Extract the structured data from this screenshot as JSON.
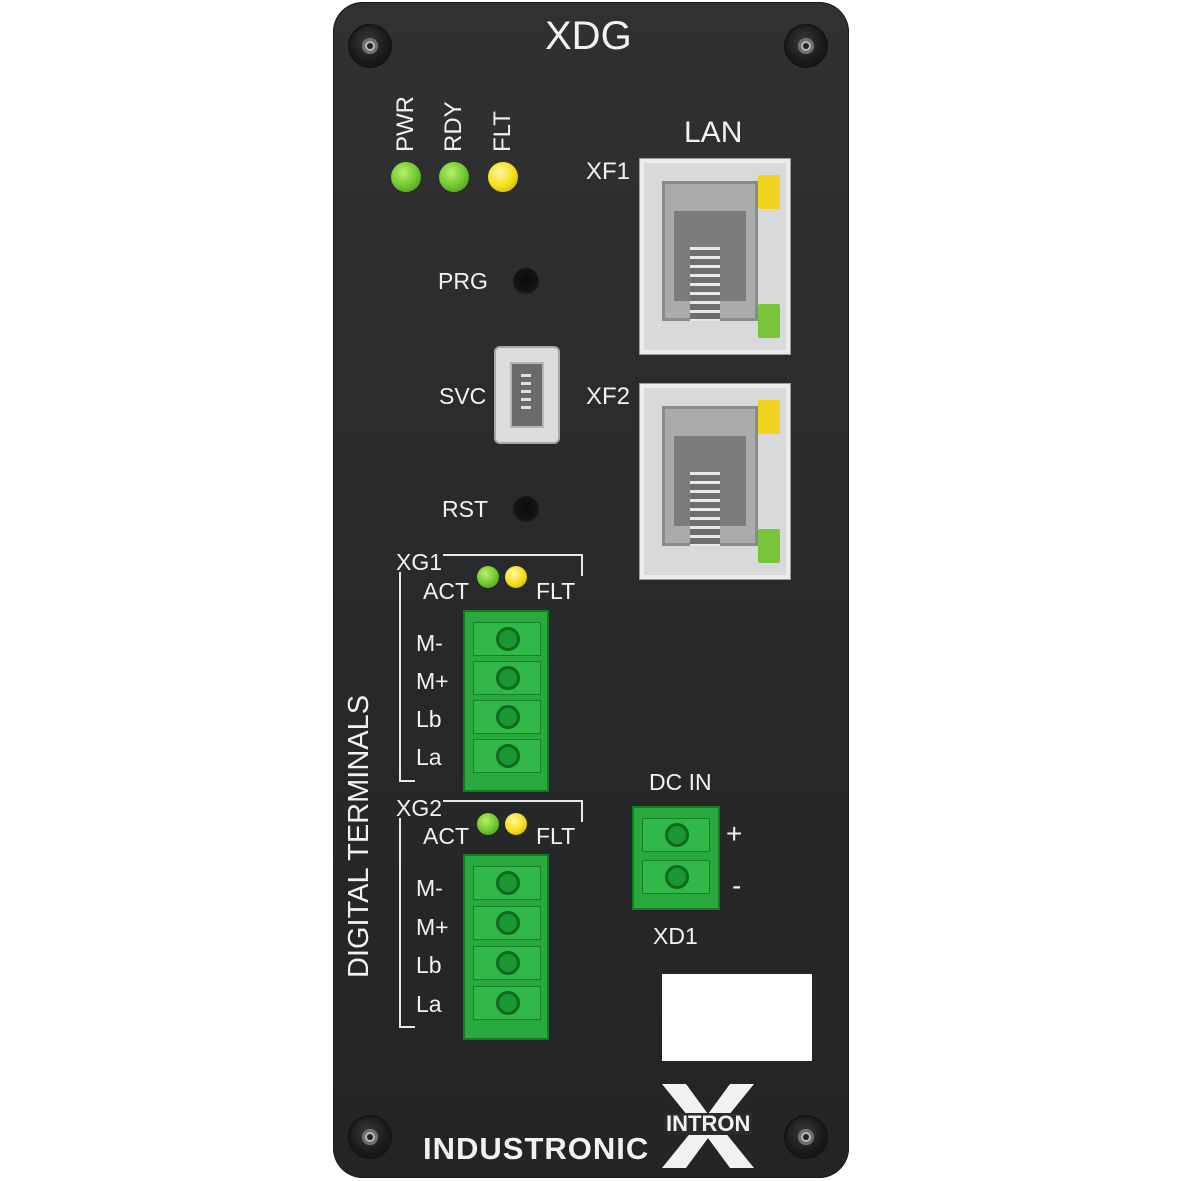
{
  "device": {
    "model": "XDG",
    "brand": "INDUSTRONIC",
    "logo_text": "INTRON",
    "colors": {
      "panel": "#2a2b2d",
      "led_green": "#6cc62c",
      "led_yellow": "#f3dc16",
      "terminal_green": "#29a93e"
    }
  },
  "status_leds": [
    {
      "label": "PWR",
      "color": "green"
    },
    {
      "label": "RDY",
      "color": "green"
    },
    {
      "label": "FLT",
      "color": "yellow"
    }
  ],
  "lan": {
    "title": "LAN",
    "ports": [
      {
        "label": "XF1"
      },
      {
        "label": "XF2"
      }
    ]
  },
  "controls": {
    "prg": "PRG",
    "svc": "SVC",
    "rst": "RST"
  },
  "digital": {
    "title": "DIGITAL TERMINALS",
    "groups": [
      {
        "label": "XG1",
        "act": "ACT",
        "flt": "FLT",
        "pins": [
          "M-",
          "M+",
          "Lb",
          "La"
        ]
      },
      {
        "label": "XG2",
        "act": "ACT",
        "flt": "FLT",
        "pins": [
          "M-",
          "M+",
          "Lb",
          "La"
        ]
      }
    ]
  },
  "power": {
    "title": "DC IN",
    "label": "XD1",
    "plus": "+",
    "minus": "-"
  }
}
